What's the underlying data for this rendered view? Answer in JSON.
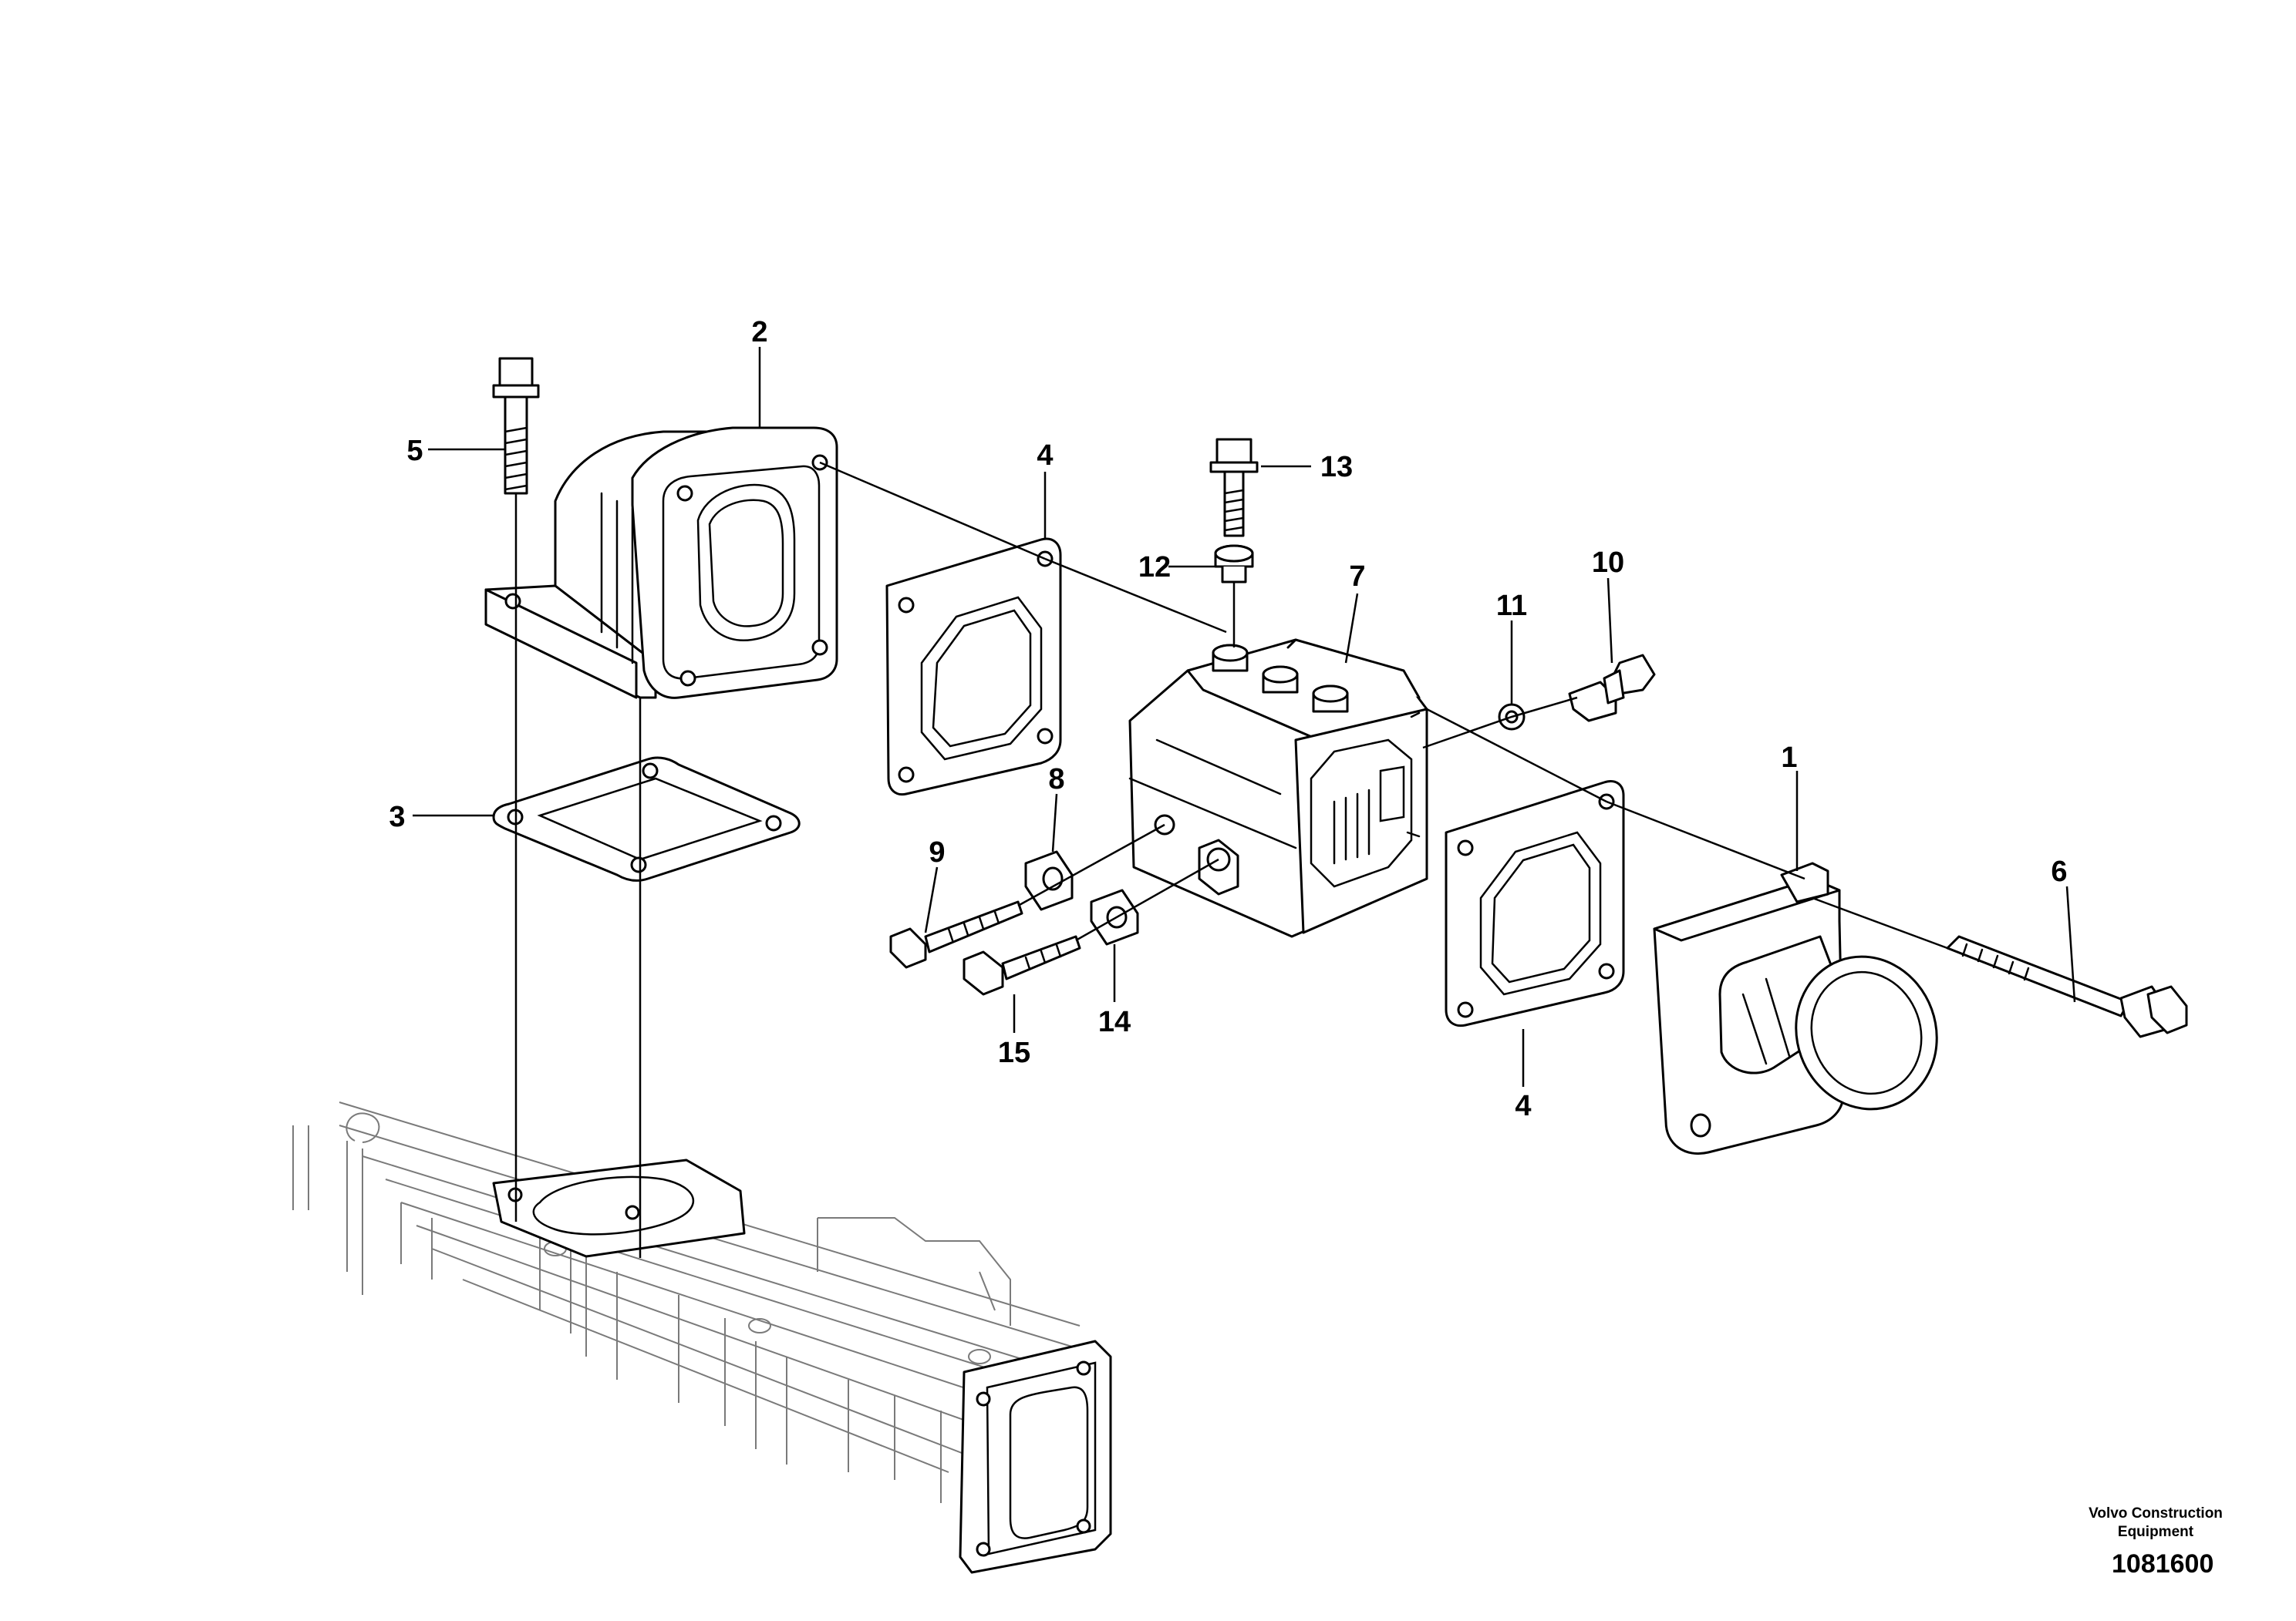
{
  "callouts": {
    "c1": "1",
    "c2": "2",
    "c3": "3",
    "c4a": "4",
    "c4b": "4",
    "c5": "5",
    "c6": "6",
    "c7": "7",
    "c8": "8",
    "c9": "9",
    "c10": "10",
    "c11": "11",
    "c12": "12",
    "c13": "13",
    "c14": "14",
    "c15": "15"
  },
  "footer": {
    "brand_line1": "Volvo Construction",
    "brand_line2": "Equipment",
    "document_number": "1081600"
  }
}
